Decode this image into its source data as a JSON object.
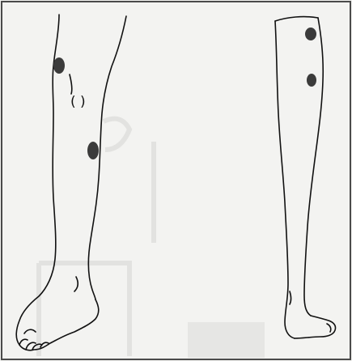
{
  "figure": {
    "background_color": "#f3f3f1",
    "frame_color": "#4a4a4a",
    "outline_color": "#111111",
    "marker_color": "#3b3b3b",
    "ghost_color": "#e2e2e0",
    "views": [
      {
        "name": "anterior-leg-view",
        "markers": [
          {
            "name": "knee-marker",
            "kind": "filled-dot"
          },
          {
            "name": "shin-marker",
            "kind": "filled-dot"
          },
          {
            "name": "open-marker",
            "kind": "parentheses",
            "text": "( )"
          }
        ]
      },
      {
        "name": "posterior-leg-view",
        "markers": [
          {
            "name": "upper-calf-marker",
            "kind": "filled-dot"
          },
          {
            "name": "mid-calf-marker",
            "kind": "filled-dot"
          }
        ]
      }
    ]
  }
}
